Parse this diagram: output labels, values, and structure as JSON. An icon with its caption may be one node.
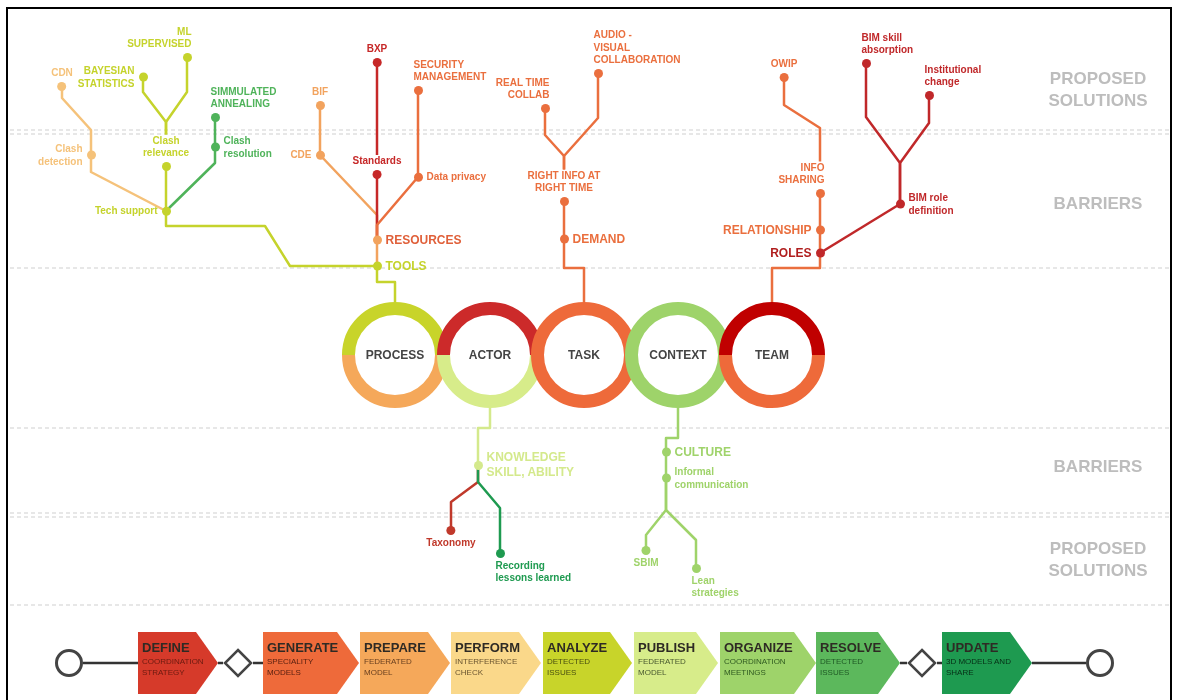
{
  "diagram": {
    "nodes": [
      {
        "text": [
          "PROCESS"
        ]
      },
      {
        "text": [
          "ACTOR"
        ]
      },
      {
        "text": [
          "TASK"
        ]
      },
      {
        "text": [
          "CONTEXT"
        ]
      },
      {
        "text": [
          "TEAM"
        ]
      },
      {
        "text": [
          "TOOLS"
        ]
      },
      {
        "text": [
          "RESOURCES"
        ]
      },
      {
        "text": [
          "Tech support"
        ]
      },
      {
        "text": [
          "Clash detection"
        ]
      },
      {
        "text": [
          "CDN"
        ]
      },
      {
        "text": [
          "Clash relevance"
        ]
      },
      {
        "text": [
          "BAYESIAN STATISTICS"
        ]
      },
      {
        "text": [
          "ML SUPERVISED"
        ]
      },
      {
        "text": [
          "Clash resolution"
        ]
      },
      {
        "text": [
          "SIMMULATED ANNEALING"
        ]
      },
      {
        "text": [
          "CDE"
        ]
      },
      {
        "text": [
          "BIF"
        ]
      },
      {
        "text": [
          "Standards"
        ]
      },
      {
        "text": [
          "BXP"
        ]
      },
      {
        "text": [
          "Data privacy"
        ]
      },
      {
        "text": [
          "SECURITY MANAGEMENT"
        ]
      },
      {
        "text": [
          "DEMAND"
        ]
      },
      {
        "text": [
          "RIGHT INFO AT RIGHT TIME"
        ]
      },
      {
        "text": [
          "REAL TIME COLLAB"
        ]
      },
      {
        "text": [
          "AUDIO -VISUAL COLLABORATION"
        ]
      },
      {
        "text": [
          "ROLES"
        ]
      },
      {
        "text": [
          "RELATIONSHIP"
        ]
      },
      {
        "text": [
          "INFO SHARING"
        ]
      },
      {
        "text": [
          "OWIP"
        ]
      },
      {
        "text": [
          "BIM role definition"
        ]
      },
      {
        "text": [
          "BIM skill absorption"
        ]
      },
      {
        "text": [
          "Institutional change"
        ]
      },
      {
        "text": [
          "KNOWLEDGE SKILL, ABILITY"
        ]
      },
      {
        "text": [
          "Taxonomy"
        ]
      },
      {
        "text": [
          "Recording lessons learned"
        ]
      },
      {
        "text": [
          "CULTURE"
        ]
      },
      {
        "text": [
          "Informal communication"
        ]
      },
      {
        "text": [
          "SBIM"
        ]
      },
      {
        "text": [
          "Lean strategies"
        ]
      },
      {
        "text": [],
        "shape": "circle"
      },
      {
        "text": [
          "DEFINE",
          "COORDINATION STRATEGY"
        ]
      },
      {
        "text": [],
        "shape": "diamond"
      },
      {
        "text": [
          "GENERATE",
          "SPECIALITY MODELS"
        ]
      },
      {
        "text": [
          "PREPARE",
          "FEDERATED MODEL"
        ]
      },
      {
        "text": [
          "PERFORM",
          "INTERFERENCE CHECK"
        ]
      },
      {
        "text": [
          "ANALYZE",
          "DETECTED ISSUES"
        ]
      },
      {
        "text": [
          "PUBLISH",
          "FEDERATED MODEL"
        ]
      },
      {
        "text": [
          "ORGANIZE",
          "COORDINATION MEETINGS"
        ]
      },
      {
        "text": [
          "RESOLVE",
          "DETECTED ISSUES"
        ]
      },
      {
        "text": [],
        "shape": "diamond"
      },
      {
        "text": [
          "UPDATE",
          "3D MODELS AND SHARE"
        ]
      },
      {
        "text": [],
        "shape": "circle"
      }
    ],
    "edges": [
      {
        "from": 0,
        "to": 5,
        "arrow": "none",
        "color": "#c5d32c"
      },
      {
        "from": 5,
        "to": 6,
        "arrow": "none",
        "color": "#f2a35e"
      },
      {
        "from": 5,
        "to": 7,
        "arrow": "none",
        "color": "#c5d32c"
      },
      {
        "from": 6,
        "to": 15,
        "arrow": "none",
        "color": "#f2a35e"
      },
      {
        "from": 6,
        "to": 17,
        "arrow": "none",
        "color": "#c62828"
      },
      {
        "from": 6,
        "to": 19,
        "arrow": "none",
        "color": "#ea6f3e"
      },
      {
        "from": 7,
        "to": 8,
        "arrow": "none",
        "color": "#f5c27a"
      },
      {
        "from": 7,
        "to": 10,
        "arrow": "none",
        "color": "#c5d32c"
      },
      {
        "from": 7,
        "to": 13,
        "arrow": "none",
        "color": "#4fb35a"
      },
      {
        "from": 8,
        "to": 9,
        "arrow": "none",
        "color": "#f5c27a"
      },
      {
        "from": 10,
        "to": 11,
        "arrow": "none",
        "color": "#c5d32c"
      },
      {
        "from": 10,
        "to": 12,
        "arrow": "none",
        "color": "#c5d32c"
      },
      {
        "from": 13,
        "to": 14,
        "arrow": "none",
        "color": "#4fb35a"
      },
      {
        "from": 15,
        "to": 16,
        "arrow": "none",
        "color": "#f2a35e"
      },
      {
        "from": 17,
        "to": 18,
        "arrow": "none",
        "color": "#c62828"
      },
      {
        "from": 19,
        "to": 20,
        "arrow": "none",
        "color": "#ea6f3e"
      },
      {
        "from": 2,
        "to": 21,
        "arrow": "none",
        "color": "#ea6f3e"
      },
      {
        "from": 21,
        "to": 22,
        "arrow": "none",
        "color": "#ea6f3e"
      },
      {
        "from": 22,
        "to": 23,
        "arrow": "none",
        "color": "#ea6f3e"
      },
      {
        "from": 22,
        "to": 24,
        "arrow": "none",
        "color": "#ea6f3e"
      },
      {
        "from": 4,
        "to": 25,
        "arrow": "none",
        "color": "#ea6f3e"
      },
      {
        "from": 25,
        "to": 26,
        "arrow": "none",
        "color": "#ea6f3e"
      },
      {
        "from": 26,
        "to": 27,
        "arrow": "none",
        "color": "#ea6f3e"
      },
      {
        "from": 27,
        "to": 28,
        "arrow": "none",
        "color": "#ea6f3e"
      },
      {
        "from": 25,
        "to": 29,
        "arrow": "none",
        "color": "#c0282a"
      },
      {
        "from": 29,
        "to": 30,
        "arrow": "none",
        "color": "#c0282a"
      },
      {
        "from": 29,
        "to": 31,
        "arrow": "none",
        "color": "#c0282a"
      },
      {
        "from": 1,
        "to": 32,
        "arrow": "none",
        "color": "#d4e98c"
      },
      {
        "from": 32,
        "to": 33,
        "arrow": "none",
        "color": "#c0392b"
      },
      {
        "from": 32,
        "to": 34,
        "arrow": "none",
        "color": "#1e9a50"
      },
      {
        "from": 3,
        "to": 35,
        "arrow": "none",
        "color": "#9fd36a"
      },
      {
        "from": 35,
        "to": 36,
        "arrow": "none",
        "color": "#9fd36a"
      },
      {
        "from": 36,
        "to": 37,
        "arrow": "none",
        "color": "#9fd36a"
      },
      {
        "from": 36,
        "to": 38,
        "arrow": "none",
        "color": "#9fd36a"
      },
      {
        "from": 39,
        "to": 40,
        "arrow": "none",
        "color": "#333333"
      },
      {
        "from": 40,
        "to": 41,
        "arrow": "none",
        "color": "#333333"
      },
      {
        "from": 41,
        "to": 42,
        "arrow": "none",
        "color": "#333333"
      },
      {
        "from": 48,
        "to": 49,
        "arrow": "none",
        "color": "#333333"
      },
      {
        "from": 49,
        "to": 50,
        "arrow": "none",
        "color": "#333333"
      },
      {
        "from": 50,
        "to": 51,
        "arrow": "none",
        "color": "#333333"
      }
    ],
    "labels": [
      "PROPOSED SOLUTIONS",
      "BARRIERS",
      "BARRIERS",
      "PROPOSED SOLUTIONS"
    ]
  }
}
